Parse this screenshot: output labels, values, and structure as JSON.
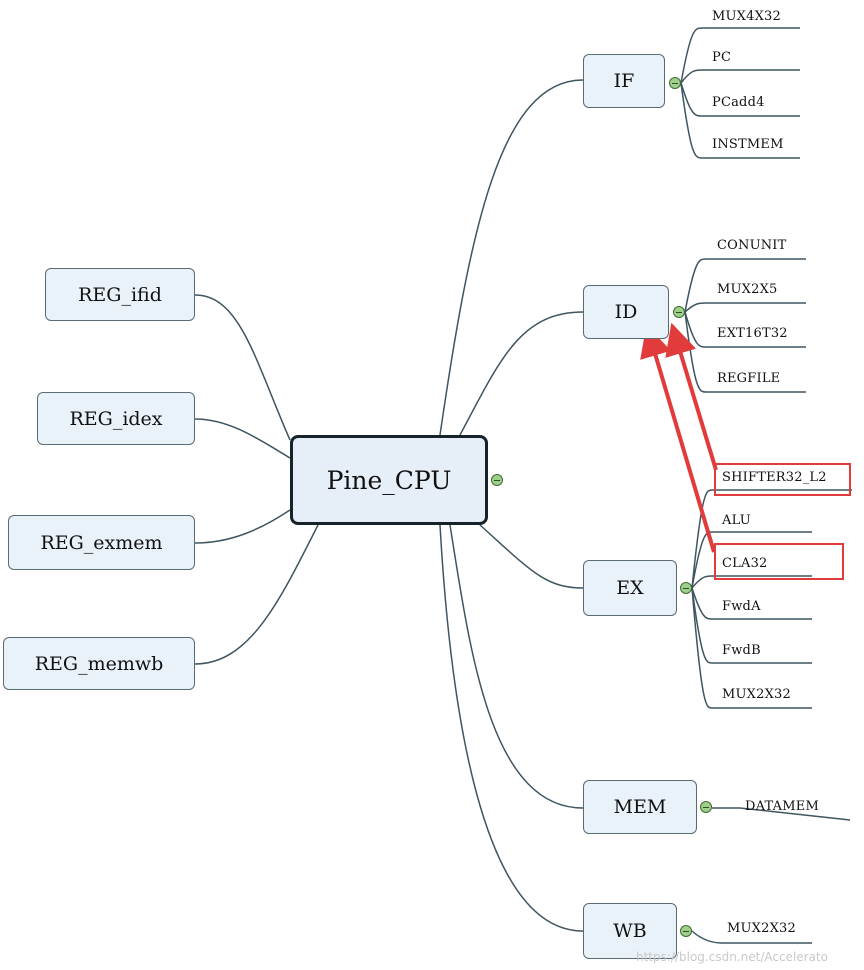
{
  "center": {
    "label": "Pine_CPU"
  },
  "left_nodes": [
    {
      "id": "ifid",
      "label": "REG_ifid"
    },
    {
      "id": "idex",
      "label": "REG_idex"
    },
    {
      "id": "exmem",
      "label": "REG_exmem"
    },
    {
      "id": "memwb",
      "label": "REG_memwb"
    }
  ],
  "stages": [
    {
      "id": "if",
      "label": "IF",
      "children": [
        "MUX4X32",
        "PC",
        "PCadd4",
        "INSTMEM"
      ]
    },
    {
      "id": "id",
      "label": "ID",
      "children": [
        "CONUNIT",
        "MUX2X5",
        "EXT16T32",
        "REGFILE"
      ]
    },
    {
      "id": "ex",
      "label": "EX",
      "children": [
        "SHIFTER32_L2",
        "ALU",
        "CLA32",
        "FwdA",
        "FwdB",
        "MUX2X32"
      ]
    },
    {
      "id": "mem",
      "label": "MEM",
      "children": [
        "DATAMEM"
      ]
    },
    {
      "id": "wb",
      "label": "WB",
      "children": [
        "MUX2X32"
      ]
    }
  ],
  "highlighted": [
    "SHIFTER32_L2",
    "CLA32"
  ],
  "colors": {
    "connector": "#3f5560",
    "highlight": "#e23b3b",
    "node_fill": "#e9f1f9",
    "collapse_button": "#9fd08a"
  },
  "watermark": "https://blog.csdn.net/Accelerato"
}
